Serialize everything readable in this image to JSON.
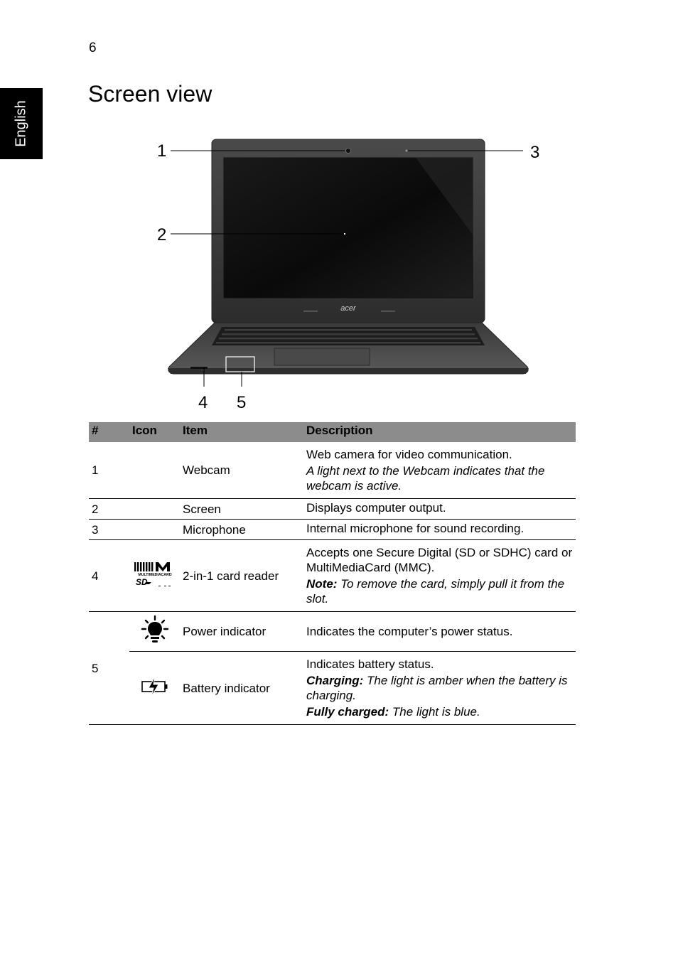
{
  "page": {
    "number": "6",
    "language_tab": "English",
    "title": "Screen view"
  },
  "figure": {
    "callouts": [
      "1",
      "2",
      "3",
      "4",
      "5"
    ],
    "brand_logo": "acer"
  },
  "table": {
    "headers": {
      "num": "#",
      "icon": "Icon",
      "item": "Item",
      "description": "Description"
    },
    "rows": [
      {
        "num": "1",
        "item": "Webcam",
        "desc": "Web camera for video communication.",
        "desc_note": "A light next to the Webcam indicates that the webcam is active."
      },
      {
        "num": "2",
        "item": "Screen",
        "desc": "Displays computer output."
      },
      {
        "num": "3",
        "item": "Microphone",
        "desc": "Internal microphone for sound recording."
      },
      {
        "num": "4",
        "item": "2-in-1 card reader",
        "icon": "sd-mmc-card-icon",
        "icon_text_mmc": "MULTIMEDIACARD",
        "icon_text_sd": "SD",
        "desc": "Accepts one Secure Digital (SD or SDHC) card or MultiMediaCard (MMC).",
        "note_label": "Note:",
        "note_text": "To remove the card, simply pull it from the slot."
      },
      {
        "num": "5",
        "item": "Power indicator",
        "icon": "power-indicator-icon",
        "desc": "Indicates the computer’s power status."
      },
      {
        "item": "Battery indicator",
        "icon": "battery-charging-icon",
        "desc": "Indicates battery status.",
        "charging_label": "Charging:",
        "charging_text": "The light is amber when the battery is charging.",
        "full_label": "Fully charged:",
        "full_text": "The light is blue."
      }
    ]
  }
}
